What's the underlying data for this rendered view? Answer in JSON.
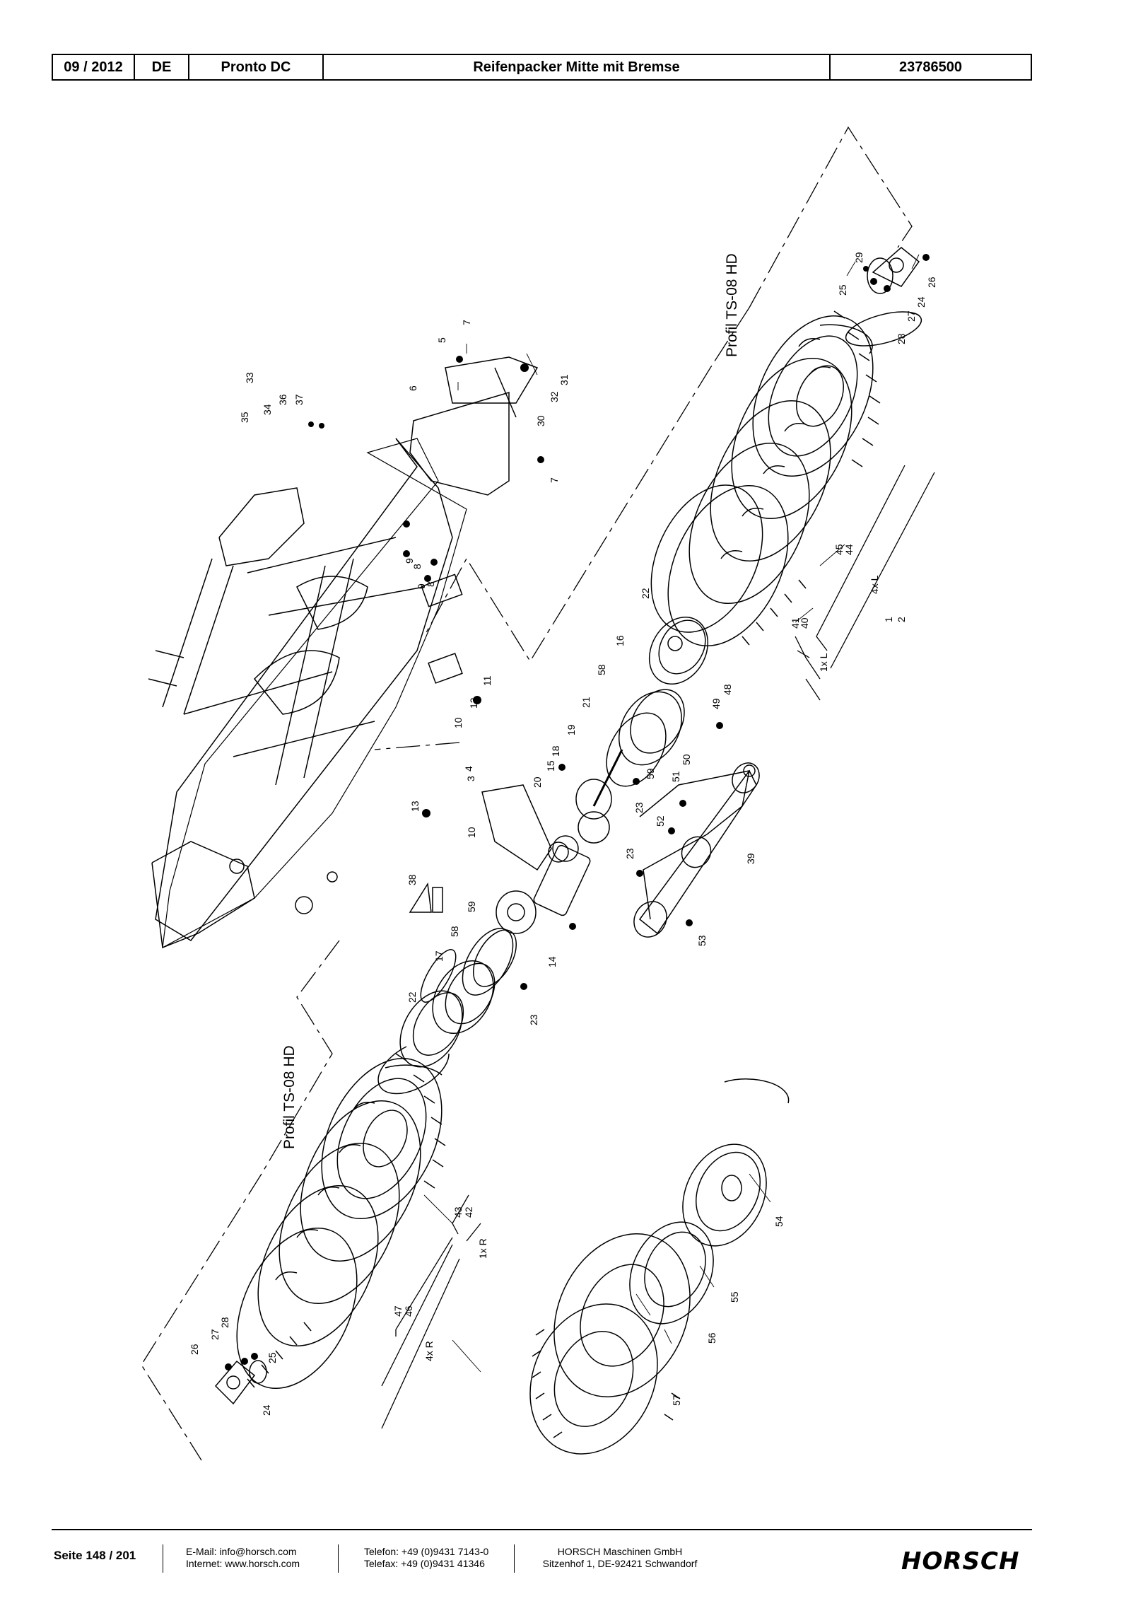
{
  "header": {
    "date": "09 / 2012",
    "lang": "DE",
    "model": "Pronto DC",
    "title": "Reifenpacker Mitte mit Bremse",
    "number": "23786500"
  },
  "drawing": {
    "profile_label_top": "Profil TS-08 HD",
    "profile_label_bottom": "Profil TS-08 HD",
    "right_group": {
      "qty_1": "1x L",
      "qty_4": "4x L"
    },
    "left_group": {
      "qty_1": "1x R",
      "qty_4": "4x R"
    },
    "part_numbers": [
      "1",
      "2",
      "3",
      "4",
      "5",
      "6",
      "7",
      "8",
      "9",
      "10",
      "11",
      "12",
      "13",
      "14",
      "15",
      "16",
      "17",
      "18",
      "19",
      "20",
      "21",
      "22",
      "23",
      "24",
      "25",
      "26",
      "27",
      "28",
      "29",
      "30",
      "31",
      "32",
      "33",
      "34",
      "35",
      "36",
      "37",
      "38",
      "39",
      "40",
      "41",
      "42",
      "43",
      "44",
      "45",
      "46",
      "47",
      "48",
      "49",
      "50",
      "51",
      "52",
      "53",
      "54",
      "55",
      "56",
      "57",
      "58",
      "59"
    ]
  },
  "footer": {
    "page": "Seite 148 / 201",
    "email": "E-Mail: info@horsch.com",
    "internet": "Internet: www.horsch.com",
    "phone": "Telefon: +49 (0)9431 7143-0",
    "fax": "Telefax: +49 (0)9431 41346",
    "company": "HORSCH Maschinen GmbH",
    "address": "Sitzenhof 1, DE-92421 Schwandorf",
    "logo": "HORSCH"
  }
}
